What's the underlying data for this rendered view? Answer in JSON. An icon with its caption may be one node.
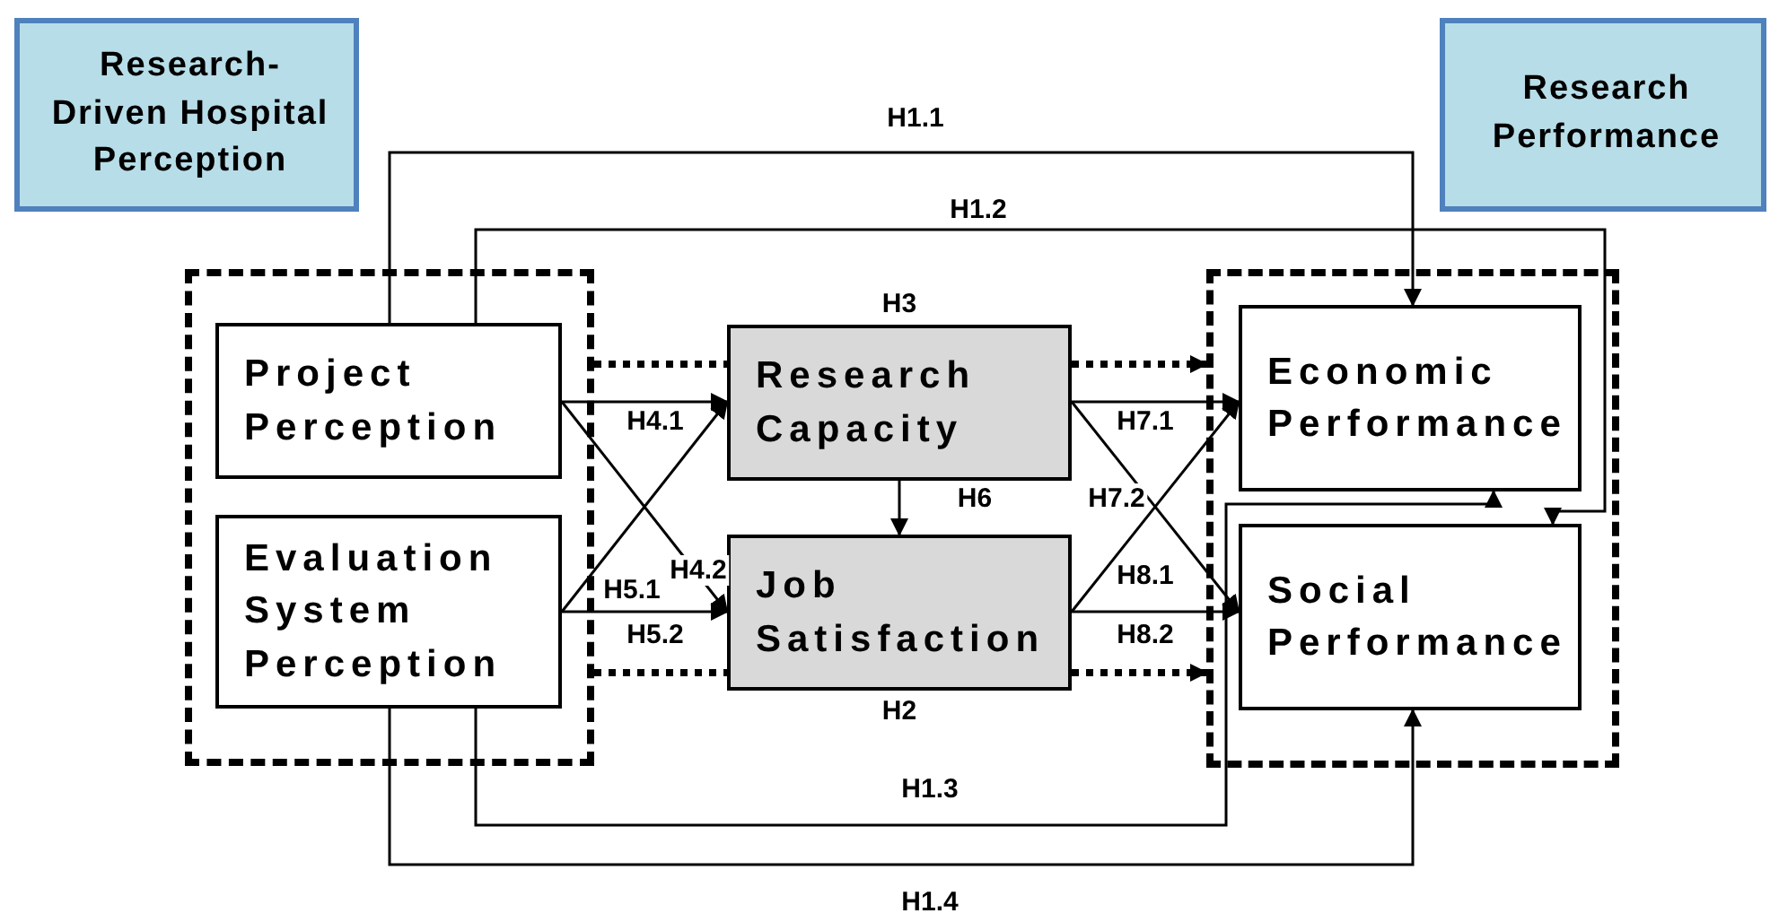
{
  "diagram": {
    "nodes": [
      {
        "text": [
          "Research-Driven Hospital Perception"
        ]
      },
      {
        "text": [
          "Research Performance"
        ]
      },
      {
        "text": [],
        "shape": "box"
      },
      {
        "text": [
          "Project Perception"
        ],
        "in": 2
      },
      {
        "text": [
          "Evaluation System Perception"
        ],
        "in": 2
      },
      {
        "text": [
          "Research Capacity"
        ],
        "beside": [
          "H3"
        ]
      },
      {
        "text": [
          "Job Satisfaction"
        ],
        "beside": [
          "H2"
        ]
      },
      {
        "text": [],
        "shape": "box"
      },
      {
        "text": [
          "Economic Performance"
        ],
        "in": 7
      },
      {
        "text": [
          "Social Performance"
        ],
        "in": 7
      }
    ],
    "edges": [
      {
        "from": 3,
        "to": 8,
        "arrow": "to",
        "label": "H1.1"
      },
      {
        "from": 3,
        "to": 9,
        "arrow": "to",
        "label": "H1.2"
      },
      {
        "from": 4,
        "to": 8,
        "arrow": "to",
        "label": "H1.3"
      },
      {
        "from": 4,
        "to": 9,
        "arrow": "to",
        "label": "H1.4"
      },
      {
        "from": 3,
        "to": 5,
        "arrow": "to",
        "label": "H4.1"
      },
      {
        "from": 3,
        "to": 6,
        "arrow": "to",
        "label": "H4.2"
      },
      {
        "from": 4,
        "to": 5,
        "arrow": "to",
        "label": "H5.1"
      },
      {
        "from": 4,
        "to": 6,
        "arrow": "to",
        "label": "H5.2"
      },
      {
        "from": 5,
        "to": 6,
        "arrow": "to",
        "label": "H6"
      },
      {
        "from": 5,
        "to": 8,
        "arrow": "to",
        "label": "H7.1"
      },
      {
        "from": 5,
        "to": 9,
        "arrow": "to",
        "label": "H7.2"
      },
      {
        "from": 6,
        "to": 8,
        "arrow": "to",
        "label": "H8.1"
      },
      {
        "from": 6,
        "to": 9,
        "arrow": "to",
        "label": "H8.2"
      },
      {
        "from": 2,
        "to": 5,
        "arrow": "none",
        "style": "dashed"
      },
      {
        "from": 5,
        "to": 7,
        "arrow": "to",
        "style": "dashed"
      },
      {
        "from": 2,
        "to": 6,
        "arrow": "none",
        "style": "dashed"
      },
      {
        "from": 6,
        "to": 7,
        "arrow": "to",
        "style": "dashed"
      }
    ]
  }
}
